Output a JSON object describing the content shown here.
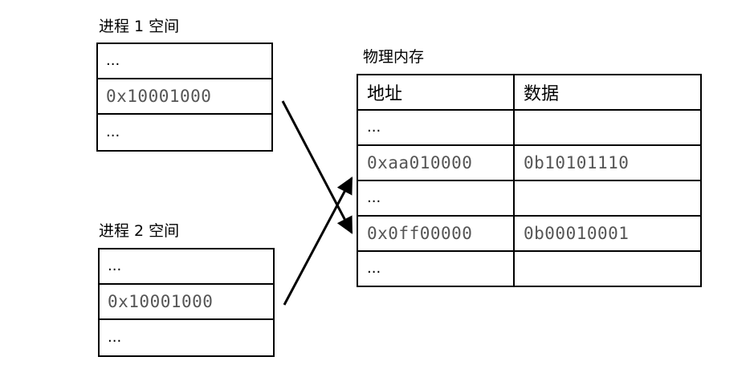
{
  "process1": {
    "label": "进程 1 空间",
    "rows": [
      "...",
      "0x10001000",
      "..."
    ]
  },
  "process2": {
    "label": "进程 2 空间",
    "rows": [
      "...",
      "0x10001000",
      "..."
    ]
  },
  "physical_memory": {
    "label": "物理内存",
    "headers": [
      "地址",
      "数据"
    ],
    "rows": [
      [
        "...",
        ""
      ],
      [
        "0xaa010000",
        "0b10101110"
      ],
      [
        "...",
        ""
      ],
      [
        "0x0ff00000",
        "0b00010001"
      ],
      [
        "...",
        ""
      ]
    ]
  }
}
